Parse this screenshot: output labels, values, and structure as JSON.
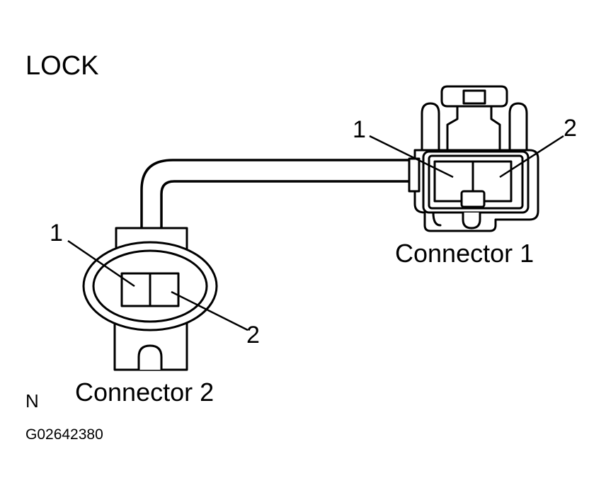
{
  "diagram": {
    "title": "LOCK",
    "connector_1": {
      "label": "Connector 1",
      "pin_1": "1",
      "pin_2": "2"
    },
    "connector_2": {
      "label": "Connector 2",
      "pin_1": "1",
      "pin_2": "2"
    },
    "view_letter": "N",
    "figure_code": "G02642380"
  }
}
